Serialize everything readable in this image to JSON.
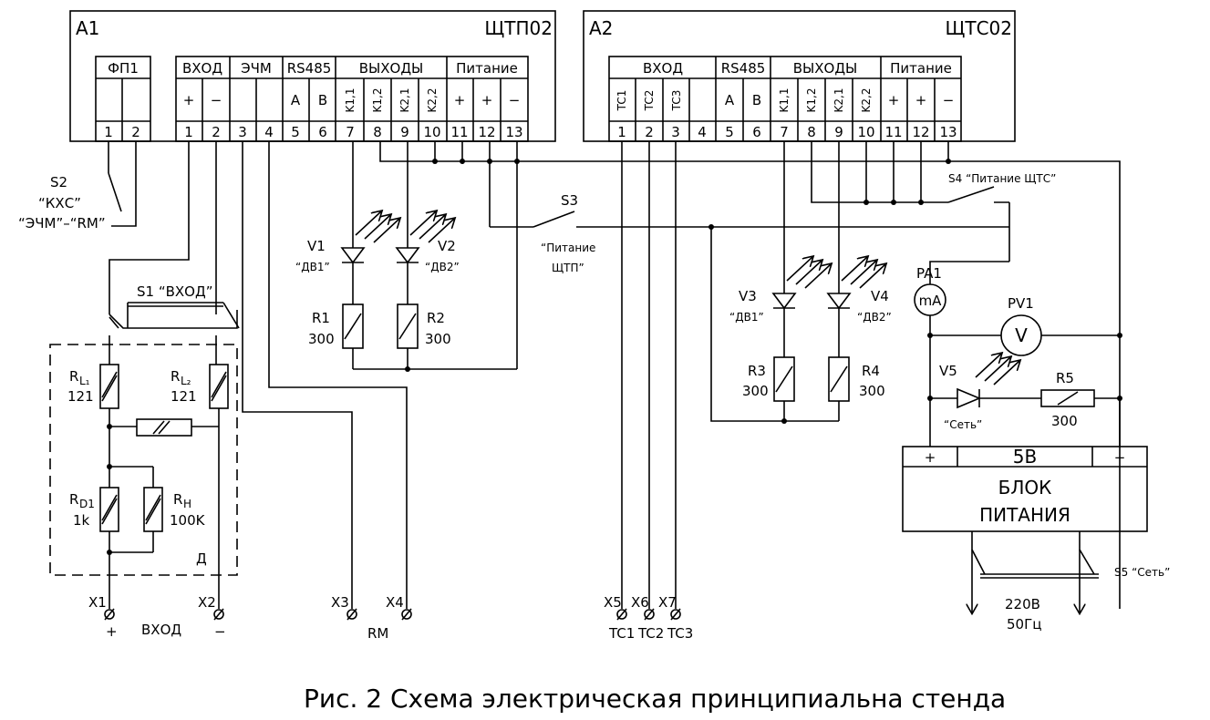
{
  "blocks": {
    "a1": {
      "ref": "A1",
      "name": "ЩТП02"
    },
    "a2": {
      "ref": "A2",
      "name": "ЩТС02"
    }
  },
  "a1_headers": {
    "fp1": "ФП1",
    "vhod": "ВХОД",
    "echm": "ЭЧМ",
    "rs485": "RS485",
    "vyhody": "ВЫХОДЫ",
    "pitanie": "Питание"
  },
  "a1_signals": [
    "+",
    "−",
    "A",
    "B",
    "K1,1",
    "K1,2",
    "K2,1",
    "K2,2",
    "+",
    "+",
    "−"
  ],
  "a1_terminals": [
    "1",
    "2",
    "1",
    "2",
    "3",
    "4",
    "5",
    "6",
    "7",
    "8",
    "9",
    "10",
    "11",
    "12",
    "13"
  ],
  "a2_headers": {
    "vhod": "ВХОД",
    "rs485": "RS485",
    "vyhody": "ВЫХОДЫ",
    "pitanie": "Питание"
  },
  "a2_signals": [
    "TC1",
    "TC2",
    "TC3",
    "A",
    "B",
    "K1,1",
    "K1,2",
    "K2,1",
    "K2,2",
    "+",
    "+",
    "−"
  ],
  "a2_terminals": [
    "1",
    "2",
    "3",
    "4",
    "5",
    "6",
    "7",
    "8",
    "9",
    "10",
    "11",
    "12",
    "13"
  ],
  "switches": {
    "s2": {
      "ref": "S2",
      "l1": "“КХС”",
      "l2": "“ЭЧМ”–“RM”"
    },
    "s1": {
      "label": "S1 “ВХОД”"
    },
    "s3": {
      "ref": "S3",
      "l1": "“Питание",
      "l2": "ЩТП”"
    },
    "s4": {
      "label": "S4 “Питание ЩТС”"
    },
    "s5": {
      "label": "S5 “Сеть”"
    }
  },
  "diodes": [
    {
      "ref": "V1",
      "name": "“ДВ1”"
    },
    {
      "ref": "V2",
      "name": "“ДВ2”"
    },
    {
      "ref": "V3",
      "name": "“ДВ1”"
    },
    {
      "ref": "V4",
      "name": "“ДВ2”"
    },
    {
      "ref": "V5",
      "name": "“Сеть”"
    }
  ],
  "resistors": [
    {
      "ref": "R1",
      "value": "300"
    },
    {
      "ref": "R2",
      "value": "300"
    },
    {
      "ref": "R3",
      "value": "300"
    },
    {
      "ref": "R4",
      "value": "300"
    },
    {
      "ref": "R5",
      "value": "300"
    }
  ],
  "sensor": {
    "rl1": {
      "ref": "R",
      "sub": "L₁",
      "value": "121"
    },
    "rl2": {
      "ref": "R",
      "sub": "L₂",
      "value": "121"
    },
    "rd1": {
      "ref": "R",
      "sub": "D1",
      "value": "1k"
    },
    "rh": {
      "ref": "R",
      "sub": "H",
      "value": "100K"
    },
    "label": "Д"
  },
  "meters": {
    "pa1": {
      "ref": "PA1",
      "symbol": "mA"
    },
    "pv1": {
      "ref": "PV1",
      "symbol": "V"
    }
  },
  "power_supply": {
    "plus": "+",
    "voltage": "5В",
    "minus": "−",
    "line1": "БЛОК",
    "line2": "ПИТАНИЯ"
  },
  "mains": {
    "voltage": "220В",
    "freq": "50Гц"
  },
  "connectors": {
    "x1": "X1",
    "x2": "X2",
    "x3": "X3",
    "x4": "X4",
    "x5": "X5",
    "x6": "X6",
    "x7": "X7",
    "plus": "+",
    "vhod": "ВХОД",
    "minus": "−",
    "rm": "RM",
    "tc1": "TC1",
    "tc2": "TC2",
    "tc3": "TC3"
  },
  "caption": "Рис. 2  Схема электрическая принципиальна стенда"
}
